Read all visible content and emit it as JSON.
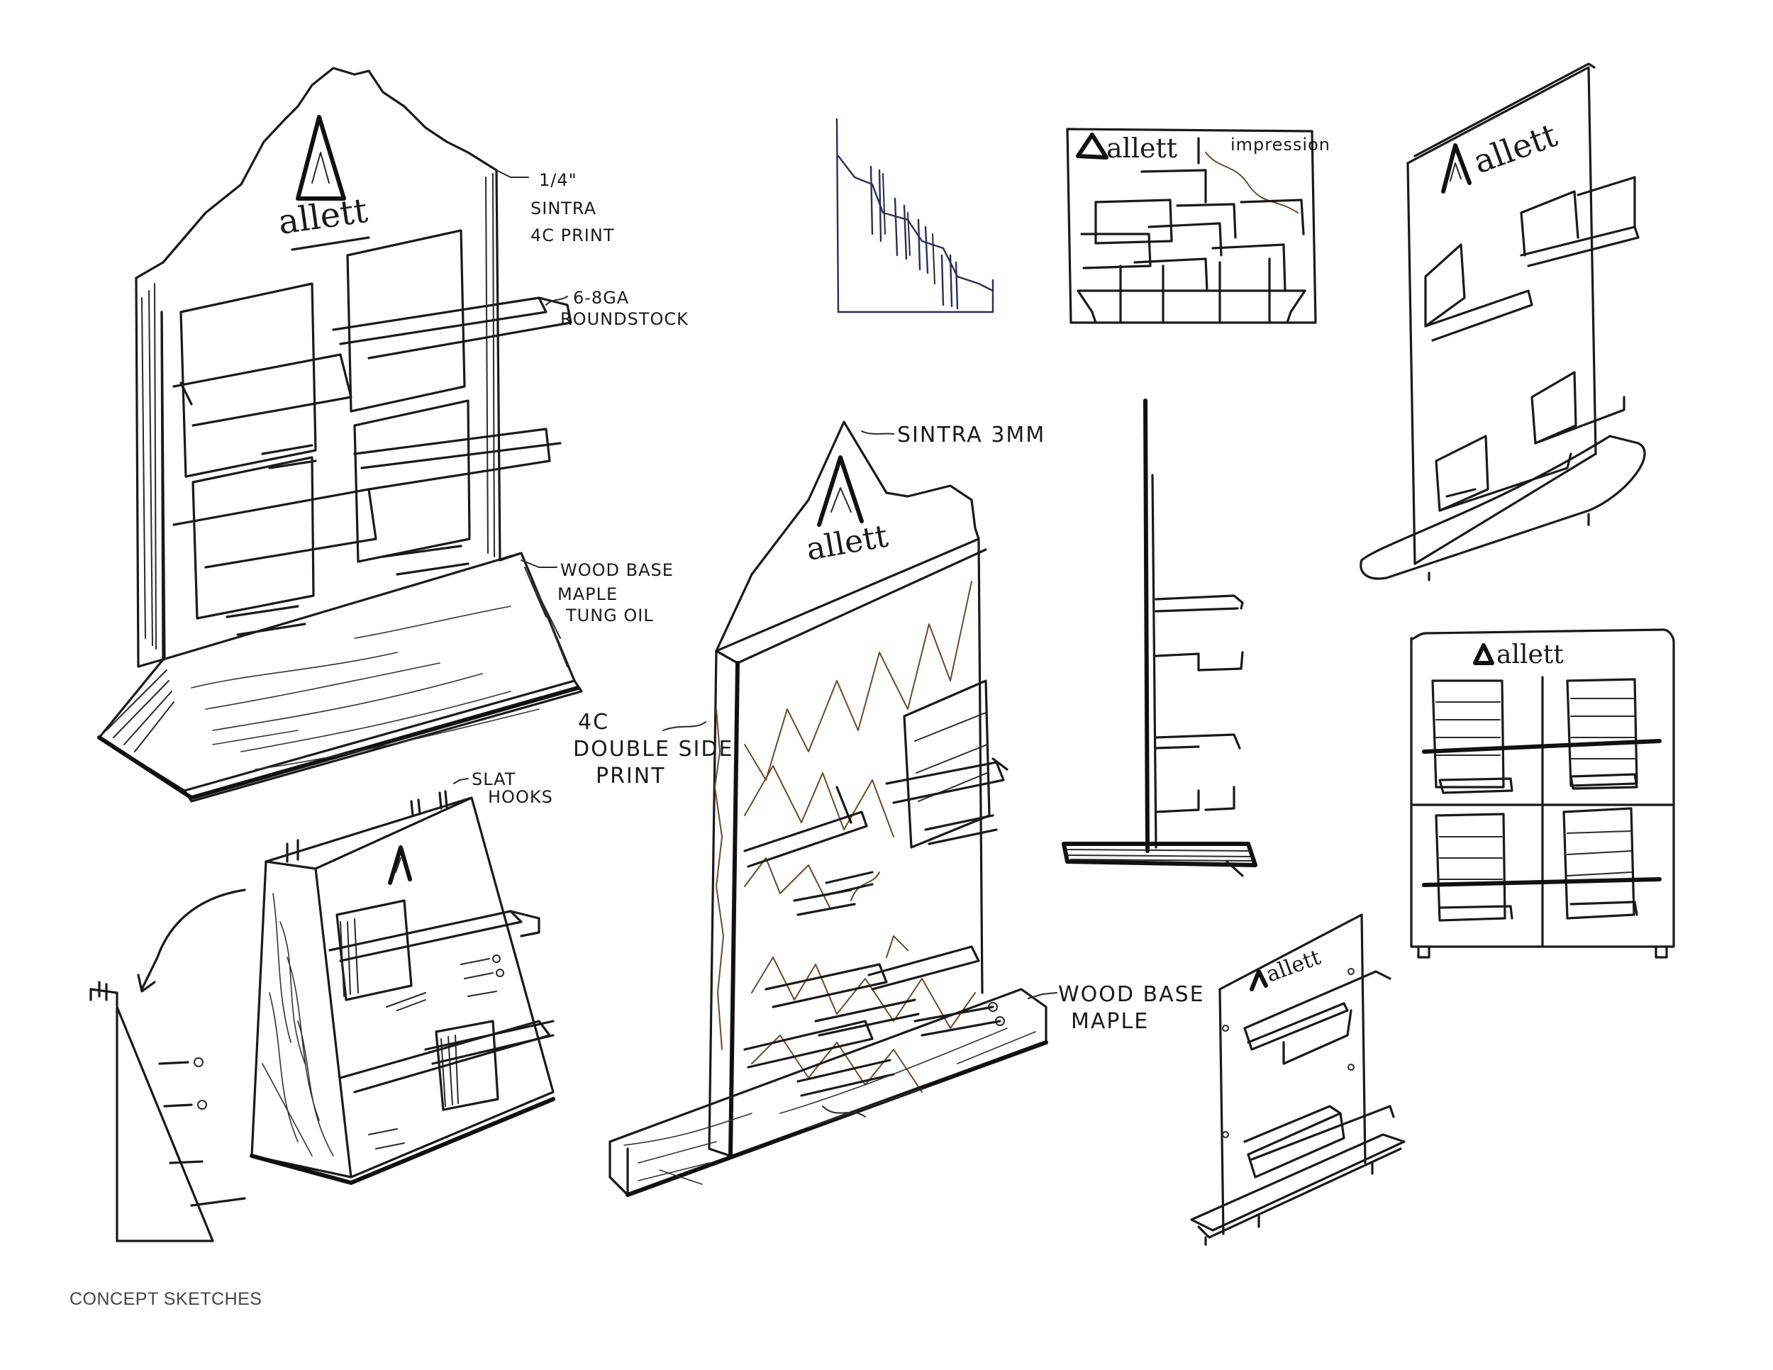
{
  "caption": "CONCEPT SKETCHES",
  "annotations": {
    "sketch1": {
      "sintra_1": "1/4\"",
      "sintra_2": "SINTRA",
      "sintra_3": "4C PRINT",
      "rod_1": "6-8GA",
      "rod_2": "ROUNDSTOCK",
      "base_1": "WOOD BASE",
      "base_2": "MAPLE",
      "base_3": "TUNG OIL"
    },
    "sketch2": {
      "slat_1": "SLAT",
      "slat_2": "HOOKS"
    },
    "sketch3": {
      "sintra": "SINTRA 3MM",
      "print_1": "4C",
      "print_2": "DOUBLE SIDE",
      "print_3": "PRINT",
      "base_1": "WOOD BASE",
      "base_2": "MAPLE"
    },
    "thumb_sign": {
      "tagline": "impression"
    }
  },
  "brand": {
    "wordmark": "allett",
    "logo_icon": "triangle-a-logo"
  }
}
